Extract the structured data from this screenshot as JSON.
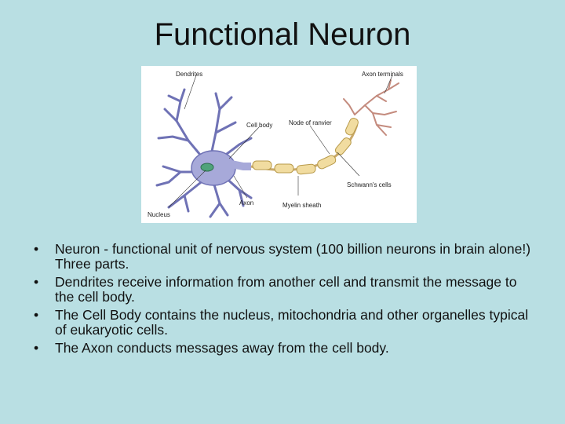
{
  "slide": {
    "title": "Functional Neuron"
  },
  "figure": {
    "labels": {
      "dendrites": "Dendrites",
      "axon_terminals": "Axon terminals",
      "cell_body": "Cell body",
      "node_of_ranvier": "Node of ranvier",
      "schwanns_cells": "Schwann's cells",
      "axon": "Axon",
      "myelin_sheath": "Myelin sheath",
      "nucleus": "Nucleus"
    },
    "colors": {
      "neuron": "#a7a9d9",
      "neuron_stroke": "#6f72b5",
      "myelin": "#f1dca0",
      "myelin_stroke": "#b89a4a",
      "nucleus": "#4fa37a",
      "terminals": "#c48b7e"
    }
  },
  "bullets": {
    "marker": "•",
    "items": [
      "Neuron - functional unit of nervous system (100 billion neurons in brain alone!)    Three parts.",
      "Dendrites receive information from another cell and transmit the message to the cell body.",
      "The Cell Body contains the nucleus, mitochondria and other organelles typical of eukaryotic cells.",
      "The Axon conducts messages away from the cell body."
    ]
  }
}
